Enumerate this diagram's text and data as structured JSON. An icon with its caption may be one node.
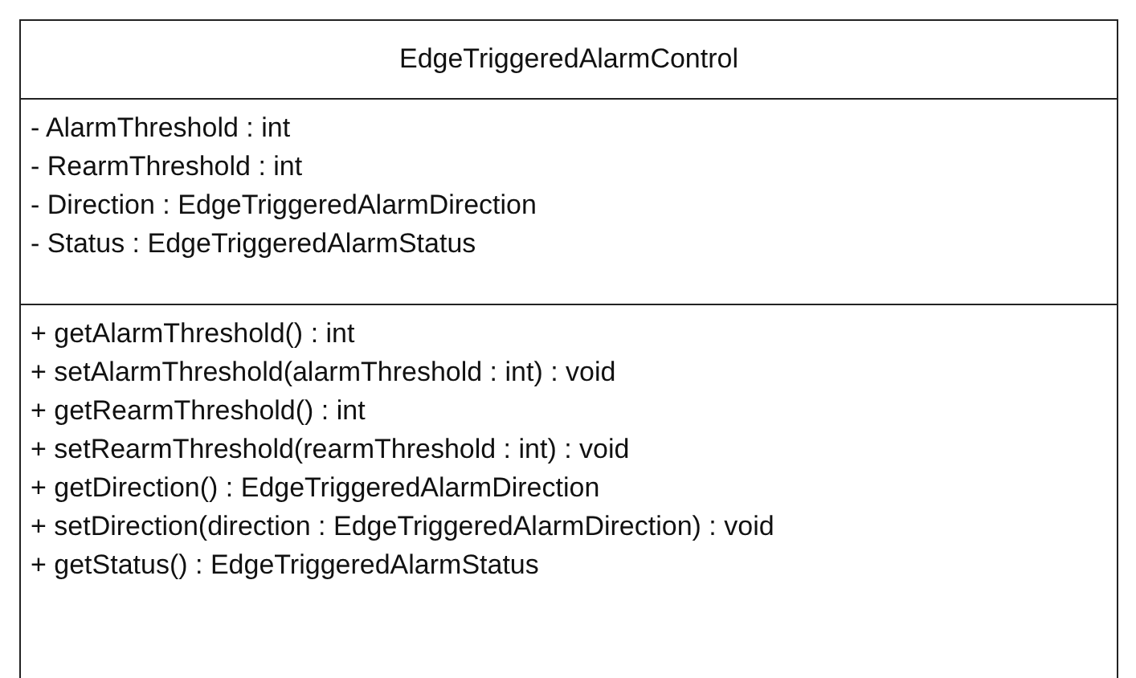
{
  "diagram": {
    "nodes": [
      {
        "text": [
          "EdgeTriggeredAlarmControl"
        ]
      },
      {
        "text": [
          "- AlarmThreshold : int",
          "- RearmThreshold : int",
          "- Direction : EdgeTriggeredAlarmDirection",
          "- Status : EdgeTriggeredAlarmStatus"
        ],
        "in": 0
      },
      {
        "text": [
          "+ getAlarmThreshold() : int",
          "+ setAlarmThreshold(alarmThreshold : int) : void",
          "+ getRearmThreshold() : int",
          "+ setRearmThreshold(rearmThreshold : int) : void",
          "+ getDirection() : EdgeTriggeredAlarmDirection",
          "+ setDirection(direction : EdgeTriggeredAlarmDirection) : void",
          "+ getStatus() : EdgeTriggeredAlarmStatus"
        ],
        "in": 0
      }
    ]
  }
}
